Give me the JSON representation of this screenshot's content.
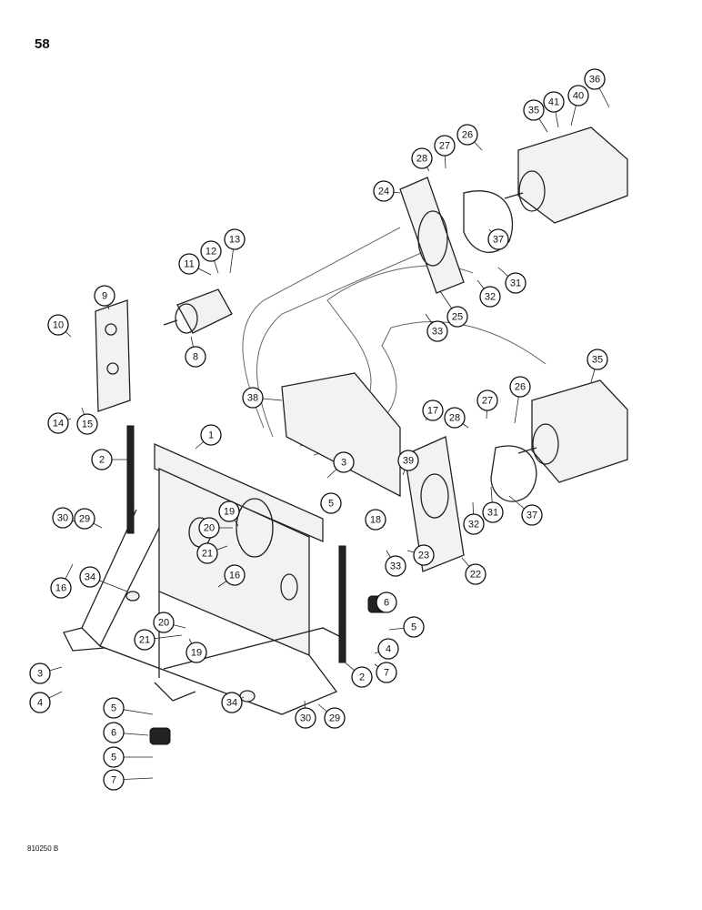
{
  "page": {
    "number": "58",
    "drawing_code": "810250 B"
  },
  "callouts": [
    {
      "label": "1"
    },
    {
      "label": "2"
    },
    {
      "label": "2"
    },
    {
      "label": "3"
    },
    {
      "label": "3"
    },
    {
      "label": "4"
    },
    {
      "label": "4"
    },
    {
      "label": "5"
    },
    {
      "label": "5"
    },
    {
      "label": "5"
    },
    {
      "label": "5"
    },
    {
      "label": "6"
    },
    {
      "label": "6"
    },
    {
      "label": "7"
    },
    {
      "label": "7"
    },
    {
      "label": "8"
    },
    {
      "label": "9"
    },
    {
      "label": "10"
    },
    {
      "label": "11"
    },
    {
      "label": "12"
    },
    {
      "label": "13"
    },
    {
      "label": "14"
    },
    {
      "label": "15"
    },
    {
      "label": "16"
    },
    {
      "label": "16"
    },
    {
      "label": "17"
    },
    {
      "label": "18"
    },
    {
      "label": "19"
    },
    {
      "label": "19"
    },
    {
      "label": "20"
    },
    {
      "label": "20"
    },
    {
      "label": "21"
    },
    {
      "label": "21"
    },
    {
      "label": "22"
    },
    {
      "label": "23"
    },
    {
      "label": "24"
    },
    {
      "label": "25"
    },
    {
      "label": "26"
    },
    {
      "label": "26"
    },
    {
      "label": "27"
    },
    {
      "label": "27"
    },
    {
      "label": "28"
    },
    {
      "label": "28"
    },
    {
      "label": "29"
    },
    {
      "label": "29"
    },
    {
      "label": "30"
    },
    {
      "label": "30"
    },
    {
      "label": "31"
    },
    {
      "label": "31"
    },
    {
      "label": "32"
    },
    {
      "label": "32"
    },
    {
      "label": "33"
    },
    {
      "label": "33"
    },
    {
      "label": "34"
    },
    {
      "label": "34"
    },
    {
      "label": "35"
    },
    {
      "label": "35"
    },
    {
      "label": "36"
    },
    {
      "label": "37"
    },
    {
      "label": "37"
    },
    {
      "label": "38"
    },
    {
      "label": "39"
    },
    {
      "label": "40"
    },
    {
      "label": "41"
    }
  ]
}
